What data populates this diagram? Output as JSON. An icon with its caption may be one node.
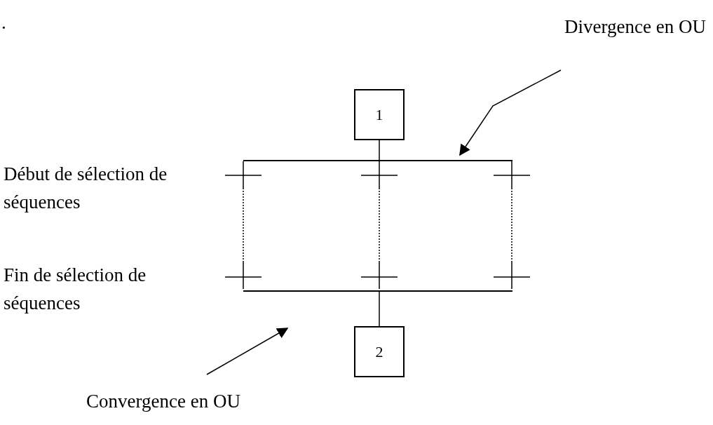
{
  "diagram": {
    "nodes": [
      {
        "text": [
          "Divergence en OU"
        ]
      },
      {
        "text": [
          "1"
        ]
      },
      {
        "text": [],
        "shape": "bar"
      },
      {
        "text": [],
        "shape": "bar"
      },
      {
        "text": [
          "2"
        ]
      },
      {
        "text": [
          "Convergence en OU"
        ]
      }
    ],
    "edges": [
      {
        "from": 0,
        "to": 2,
        "arrow": "to"
      },
      {
        "from": 1,
        "to": 2,
        "arrow": "none"
      },
      {
        "from": 2,
        "to": 3,
        "arrow": "none",
        "style": "dashed"
      },
      {
        "from": 2,
        "to": 3,
        "arrow": "none",
        "style": "dashed"
      },
      {
        "from": 2,
        "to": 3,
        "arrow": "none",
        "style": "dashed"
      },
      {
        "from": 3,
        "to": 4,
        "arrow": "none"
      },
      {
        "from": 5,
        "to": 3,
        "arrow": "to"
      }
    ],
    "labels": [
      ".",
      "Début de sélection de séquences",
      "Fin de sélection de séquences"
    ]
  }
}
